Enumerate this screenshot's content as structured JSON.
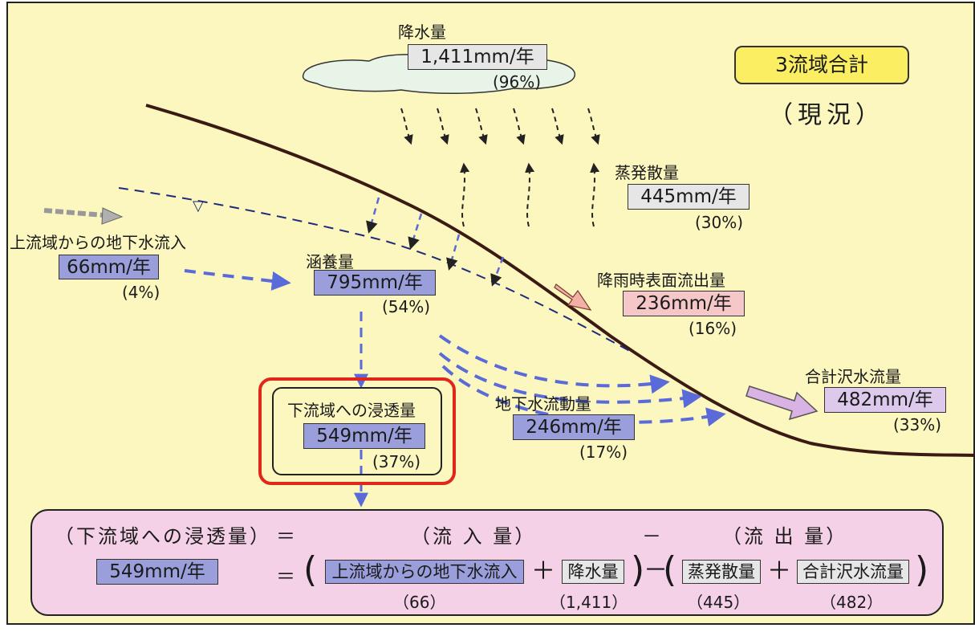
{
  "colors": {
    "background": "#fbf7bf",
    "inflow_box": "#9a9fdc",
    "evap_box": "#e6e6e6",
    "surface_box": "#f6c7c9",
    "outflow_box": "#ddc9ec",
    "title_box": "#fbee63",
    "formula_panel": "#f5d1e8",
    "highlight": "#e1261c",
    "flow_arrow": "#5a6ad8",
    "ground_line": "#3a1a12",
    "water_table": "#1f2a7a"
  },
  "title": "3流域合計",
  "subtitle": "（現況）",
  "precipitation": {
    "label": "降水量",
    "value": "1,411mm/年",
    "pct": "(96%)"
  },
  "evapotranspiration": {
    "label": "蒸発散量",
    "value": "445mm/年",
    "pct": "(30%)"
  },
  "upstream_inflow": {
    "label": "上流域からの地下水流入",
    "value": "66mm/年",
    "pct": "(4%)"
  },
  "recharge": {
    "label": "涵養量",
    "value": "795mm/年",
    "pct": "(54%)"
  },
  "surface_runoff": {
    "label": "降雨時表面流出量",
    "value": "236mm/年",
    "pct": "(16%)"
  },
  "groundwater_flow": {
    "label": "地下水流動量",
    "value": "246mm/年",
    "pct": "(17%)"
  },
  "stream_outflow": {
    "label": "合計沢水流量",
    "value": "482mm/年",
    "pct": "(33%)"
  },
  "downstream_seepage": {
    "label": "下流域への浸透量",
    "value": "549mm/年",
    "pct": "(37%)"
  },
  "water_table_symbol": "▽",
  "formula": {
    "lhs_label": "（下流域への浸透量）",
    "eq": "＝",
    "inflow_label": "（流 入 量）",
    "minus": "－",
    "outflow_label": "（流 出 量）",
    "lhs_value": "549mm/年",
    "open_paren": "(",
    "close_paren": ")",
    "plus": "＋",
    "term1": "上流域からの地下水流入",
    "term1_value": "（66）",
    "term2": "降水量",
    "term2_value": "（1,411）",
    "term3": "蒸発散量",
    "term3_value": "（445）",
    "term4": "合計沢水流量",
    "term4_value": "（482）"
  }
}
